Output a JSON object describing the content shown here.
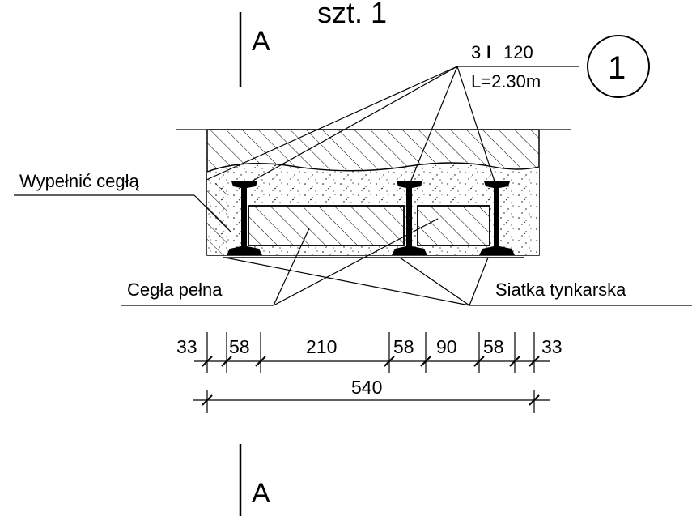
{
  "title": "szt. 1",
  "section_marks": {
    "top": "A",
    "bottom": "A"
  },
  "beam_callout": {
    "count": "3",
    "profile_symbol": "I",
    "profile_size": "120",
    "length": "L=2.30m",
    "mark": "1"
  },
  "labels": {
    "brick_fill": "Wypełnić cegłą",
    "solid_brick": "Cegła pełna",
    "plaster_mesh": "Siatka tynkarska"
  },
  "dimensions": {
    "segments": [
      "33",
      "58",
      "210",
      "58",
      "90",
      "58",
      "33"
    ],
    "total": "540"
  },
  "colors": {
    "ink": "#000000",
    "paper": "#ffffff"
  }
}
